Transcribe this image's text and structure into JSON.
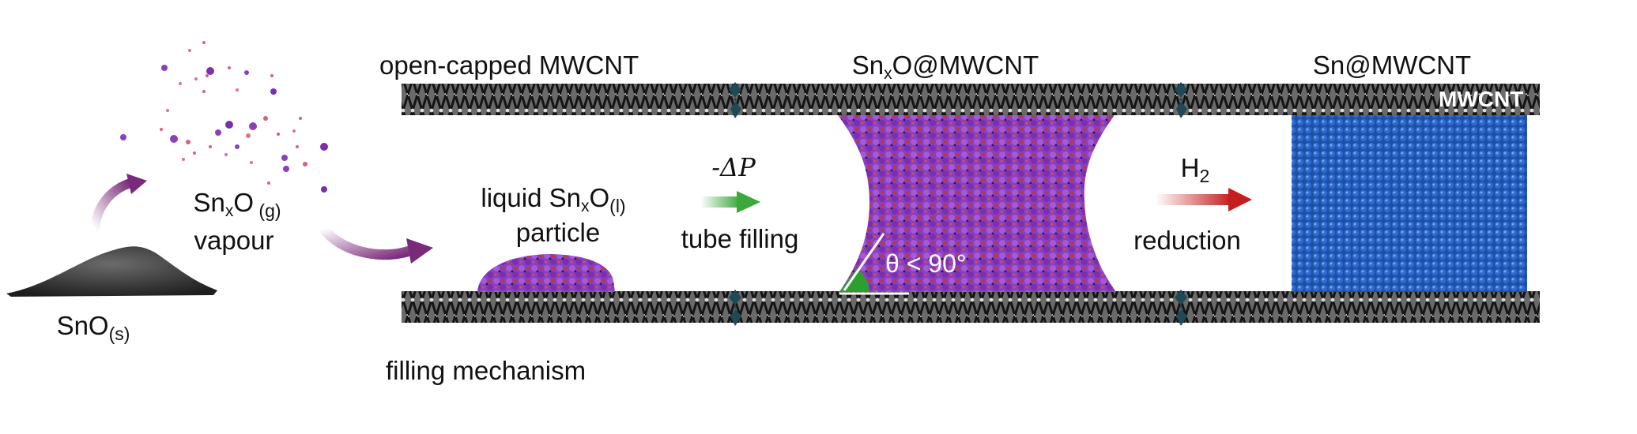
{
  "labels": {
    "open_capped": "open-capped MWCNT",
    "snxo_at_mwcnt_sn": "Sn",
    "snxo_at_mwcnt_x": "x",
    "snxo_at_mwcnt_rest": "O@MWCNT",
    "sn_at_mwcnt": "Sn@MWCNT",
    "mwcnt": "MWCNT",
    "vapour_sn": "Sn",
    "vapour_x": "x",
    "vapour_o": "O",
    "vapour_g": " (g)",
    "vapour": "vapour",
    "sno_base": "SnO",
    "sno_s": "(s)",
    "liquid_pre": "liquid Sn",
    "liquid_x": "x",
    "liquid_o": "O",
    "liquid_l": "(l)",
    "particle": "particle",
    "delta_p": "-ΔP",
    "tube_filling": "tube filling",
    "angle": "θ < 90°",
    "h2_base": "H",
    "h2_sub": "2",
    "reduction": "reduction",
    "filling_mechanism": "filling mechanism"
  },
  "colors": {
    "nanotube": "#2a2a2a",
    "tin_oxide": "#8a3fbf",
    "tin_oxide_dot": "#c0392b",
    "tin": "#1f56b0",
    "arrow_purple": "#7a2a7a",
    "arrow_green": "#3aa83a",
    "arrow_red": "#c41e1e",
    "angle_wedge": "#2ca02c",
    "joint": "#1f4a55"
  }
}
